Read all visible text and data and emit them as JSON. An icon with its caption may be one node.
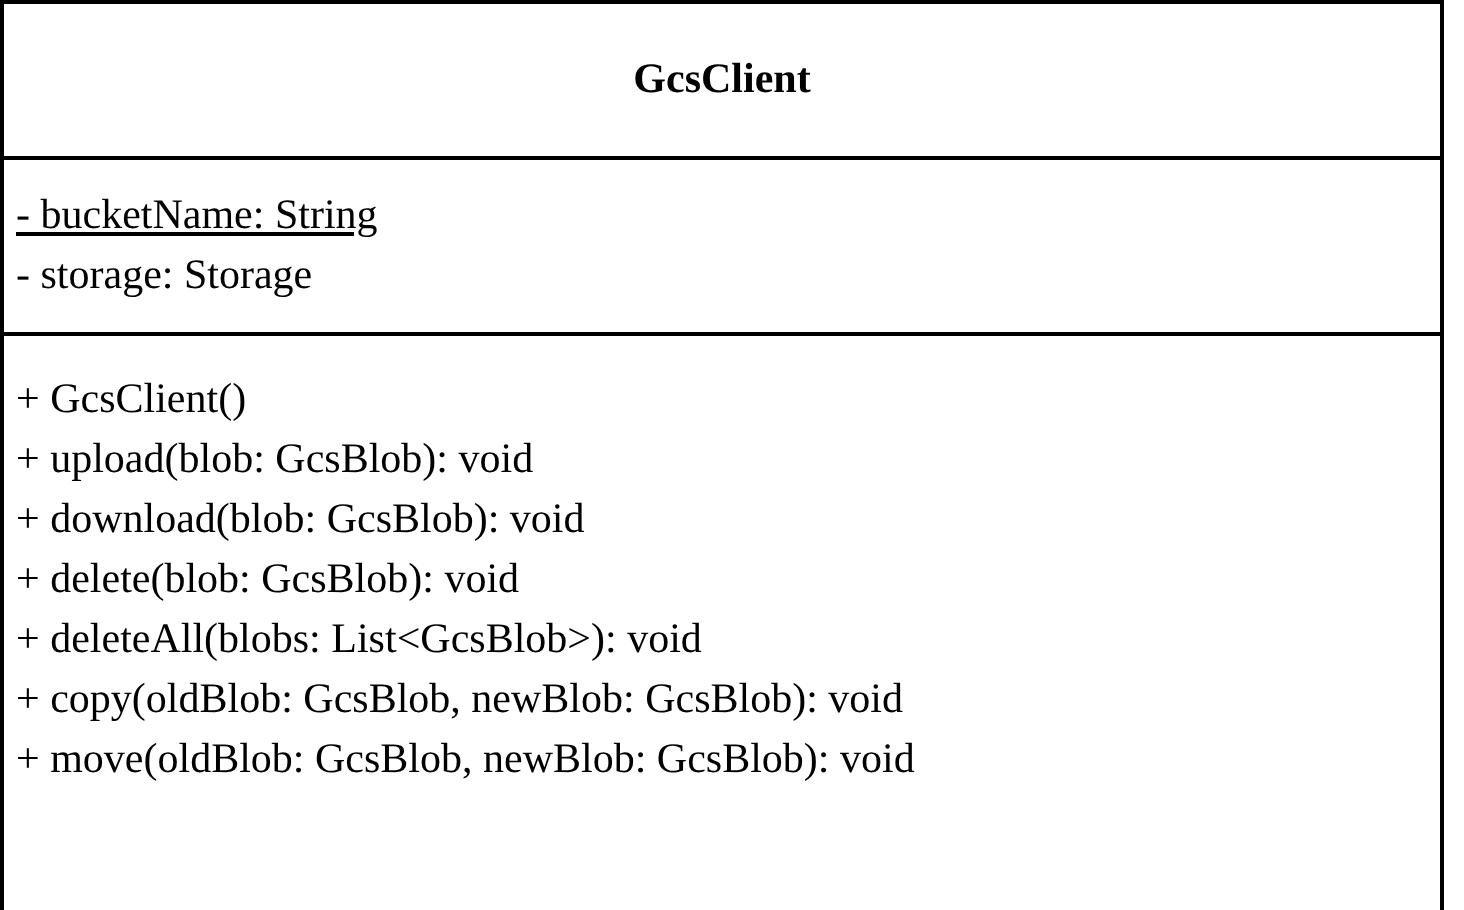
{
  "diagram": {
    "nodes": [
      {
        "text": [
          "GcsClient"
        ]
      },
      {
        "text": [
          "- bucketName: String",
          "- storage: Storage"
        ],
        "in": 0
      },
      {
        "text": [
          "+ GcsClient()",
          "+ upload(blob: GcsBlob): void",
          "+ download(blob: GcsBlob): void",
          "+ delete(blob: GcsBlob): void",
          "+ deleteAll(blobs: List<GcsBlob>): void",
          "+ copy(oldBlob: GcsBlob, newBlob: GcsBlob): void",
          "+ move(oldBlob: GcsBlob, newBlob: GcsBlob): void"
        ],
        "in": 0
      }
    ]
  }
}
